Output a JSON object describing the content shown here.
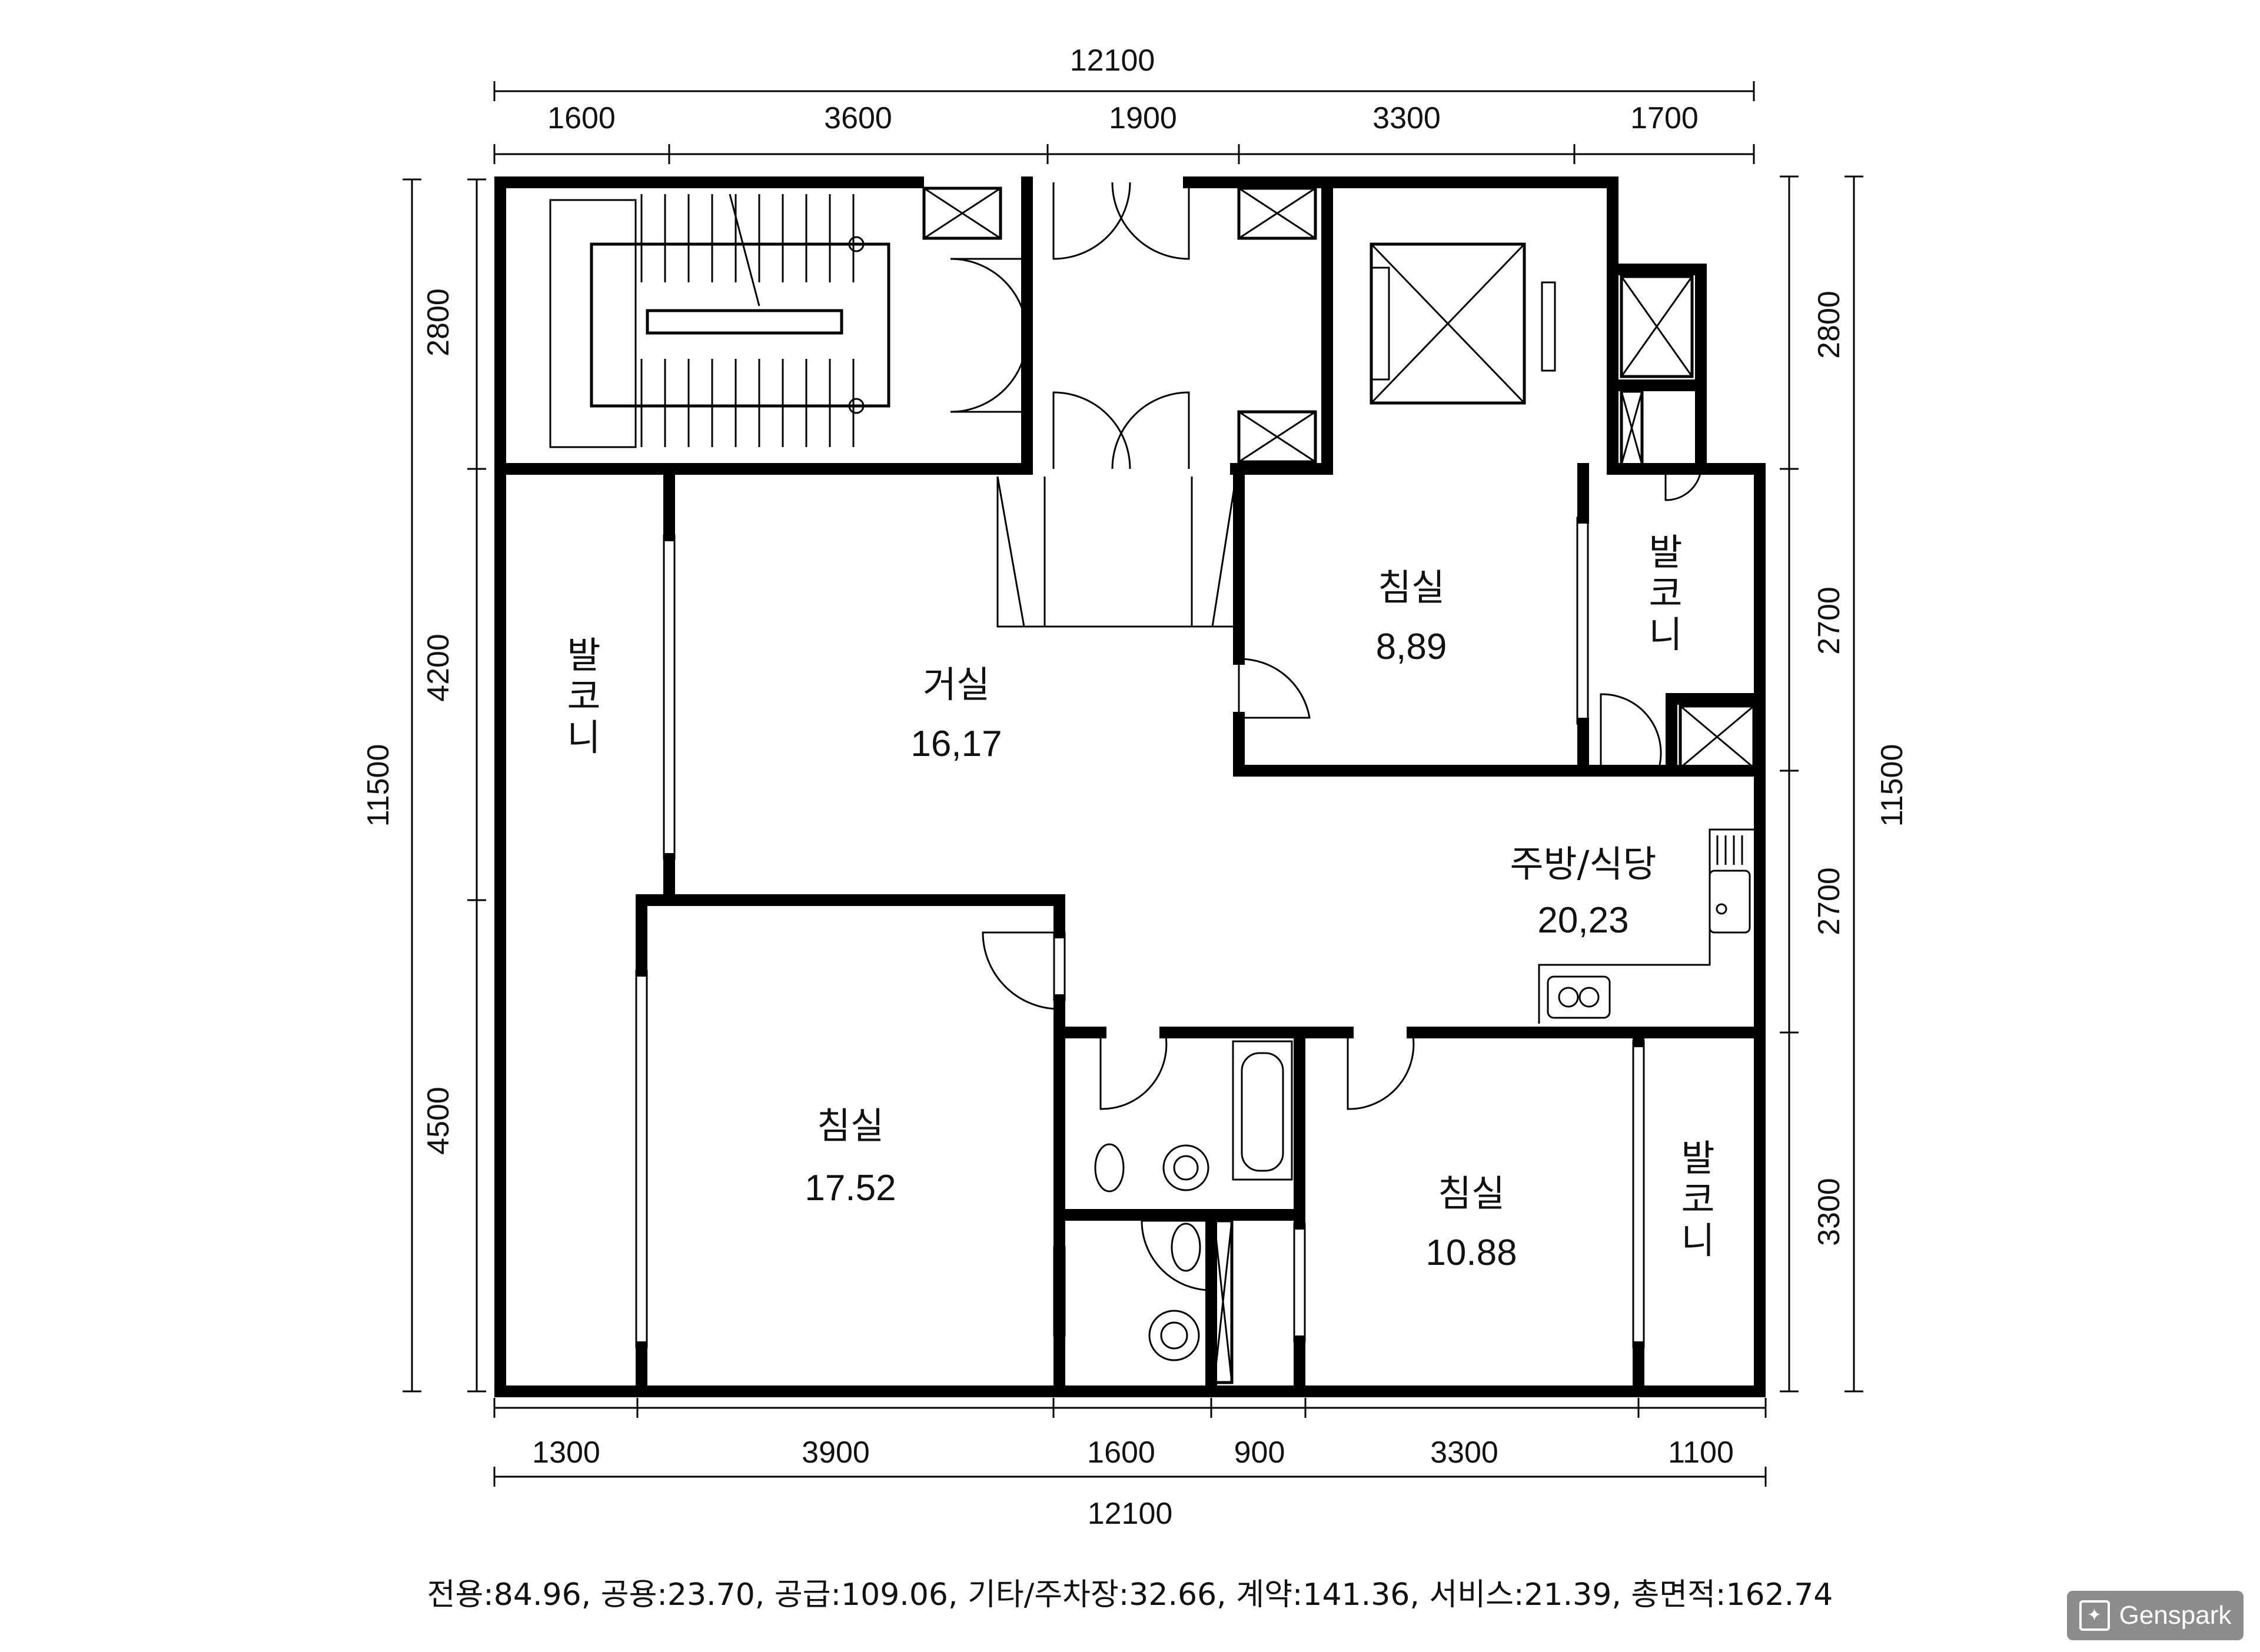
{
  "dimensions": {
    "top_total": "12100",
    "top_segments": [
      "1600",
      "3600",
      "1900",
      "3300",
      "1700"
    ],
    "bottom_total": "12100",
    "bottom_segments": [
      "1300",
      "3900",
      "1600",
      "900",
      "3300",
      "1100"
    ],
    "left_total": "11500",
    "left_segments": [
      "2800",
      "4200",
      "4500"
    ],
    "right_total": "11500",
    "right_segments": [
      "2800",
      "2700",
      "2700",
      "3300"
    ]
  },
  "rooms": {
    "living": {
      "name": "거실",
      "area": "16,17"
    },
    "bedroom_top": {
      "name": "침실",
      "area": "8,89"
    },
    "bedroom_big": {
      "name": "침실",
      "area": "17.52"
    },
    "bedroom_right": {
      "name": "침실",
      "area": "10.88"
    },
    "kitchen": {
      "name": "주방/식당",
      "area": "20,23"
    },
    "balcony_left": {
      "chars": [
        "발",
        "코",
        "니"
      ]
    },
    "balcony_top_right": {
      "chars": [
        "발",
        "코",
        "니"
      ]
    },
    "balcony_bottom_right": {
      "chars": [
        "발",
        "코",
        "니"
      ]
    }
  },
  "summary": "전용:84.96, 공용:23.70, 공급:109.06, 기타/주차장:32.66, 계약:141.36, 서비스:21.39, 총면적:162.74",
  "watermark": {
    "label": "Genspark",
    "icon": "genspark-icon"
  }
}
